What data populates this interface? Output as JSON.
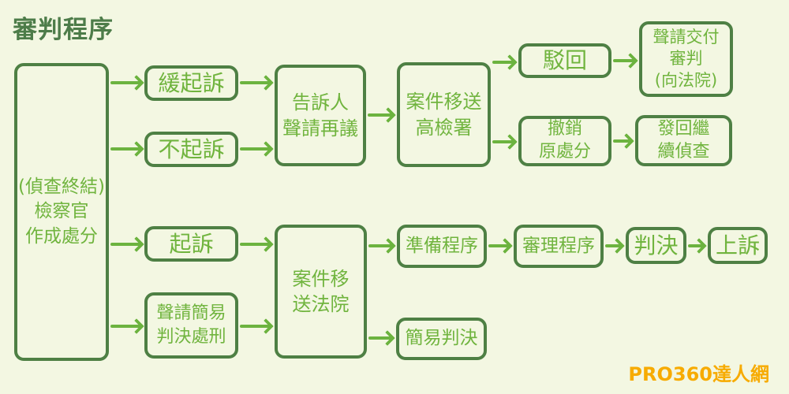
{
  "title": "審判程序",
  "watermark": "PRO360達人網",
  "colors": {
    "background": "#f3f7e2",
    "box_border": "#4e8044",
    "box_text": "#70b43e",
    "arrow": "#6cb33f",
    "title_text": "#4d7c49",
    "watermark_text": "#f7ab00"
  },
  "flowchart": {
    "nodes": {
      "investigation": {
        "label": "(偵查終結)\n檢察官\n作成處分"
      },
      "deferred_prosecution": {
        "label": "緩起訴"
      },
      "non_prosecution": {
        "label": "不起訴"
      },
      "complainant_reconsideration": {
        "label": "告訴人\n聲請再議"
      },
      "transfer_high_prosecutors": {
        "label": "案件移送\n高檢署"
      },
      "dismissal": {
        "label": "駁回"
      },
      "apply_court_review": {
        "label": "聲請交付\n審判\n(向法院)"
      },
      "revoke_original_disposition": {
        "label": "撤銷\n原處分"
      },
      "remand_continue_investigation": {
        "label": "發回繼\n續偵查"
      },
      "prosecution": {
        "label": "起訴"
      },
      "summary_judgment_request": {
        "label": "聲請簡易\n判決處刑"
      },
      "transfer_court": {
        "label": "案件移\n送法院"
      },
      "preparatory_procedure": {
        "label": "準備程序"
      },
      "trial_procedure": {
        "label": "審理程序"
      },
      "verdict": {
        "label": "判決"
      },
      "appeal": {
        "label": "上訴"
      },
      "summary_judgment": {
        "label": "簡易判決"
      }
    },
    "edges": [
      {
        "from": "investigation",
        "to": "deferred_prosecution"
      },
      {
        "from": "investigation",
        "to": "non_prosecution"
      },
      {
        "from": "investigation",
        "to": "prosecution"
      },
      {
        "from": "investigation",
        "to": "summary_judgment_request"
      },
      {
        "from": "deferred_prosecution",
        "to": "complainant_reconsideration"
      },
      {
        "from": "non_prosecution",
        "to": "complainant_reconsideration"
      },
      {
        "from": "complainant_reconsideration",
        "to": "transfer_high_prosecutors"
      },
      {
        "from": "transfer_high_prosecutors",
        "to": "dismissal"
      },
      {
        "from": "transfer_high_prosecutors",
        "to": "revoke_original_disposition"
      },
      {
        "from": "dismissal",
        "to": "apply_court_review"
      },
      {
        "from": "revoke_original_disposition",
        "to": "remand_continue_investigation"
      },
      {
        "from": "prosecution",
        "to": "transfer_court"
      },
      {
        "from": "summary_judgment_request",
        "to": "transfer_court"
      },
      {
        "from": "transfer_court",
        "to": "preparatory_procedure"
      },
      {
        "from": "transfer_court",
        "to": "summary_judgment"
      },
      {
        "from": "preparatory_procedure",
        "to": "trial_procedure"
      },
      {
        "from": "trial_procedure",
        "to": "verdict"
      },
      {
        "from": "verdict",
        "to": "appeal"
      }
    ]
  }
}
